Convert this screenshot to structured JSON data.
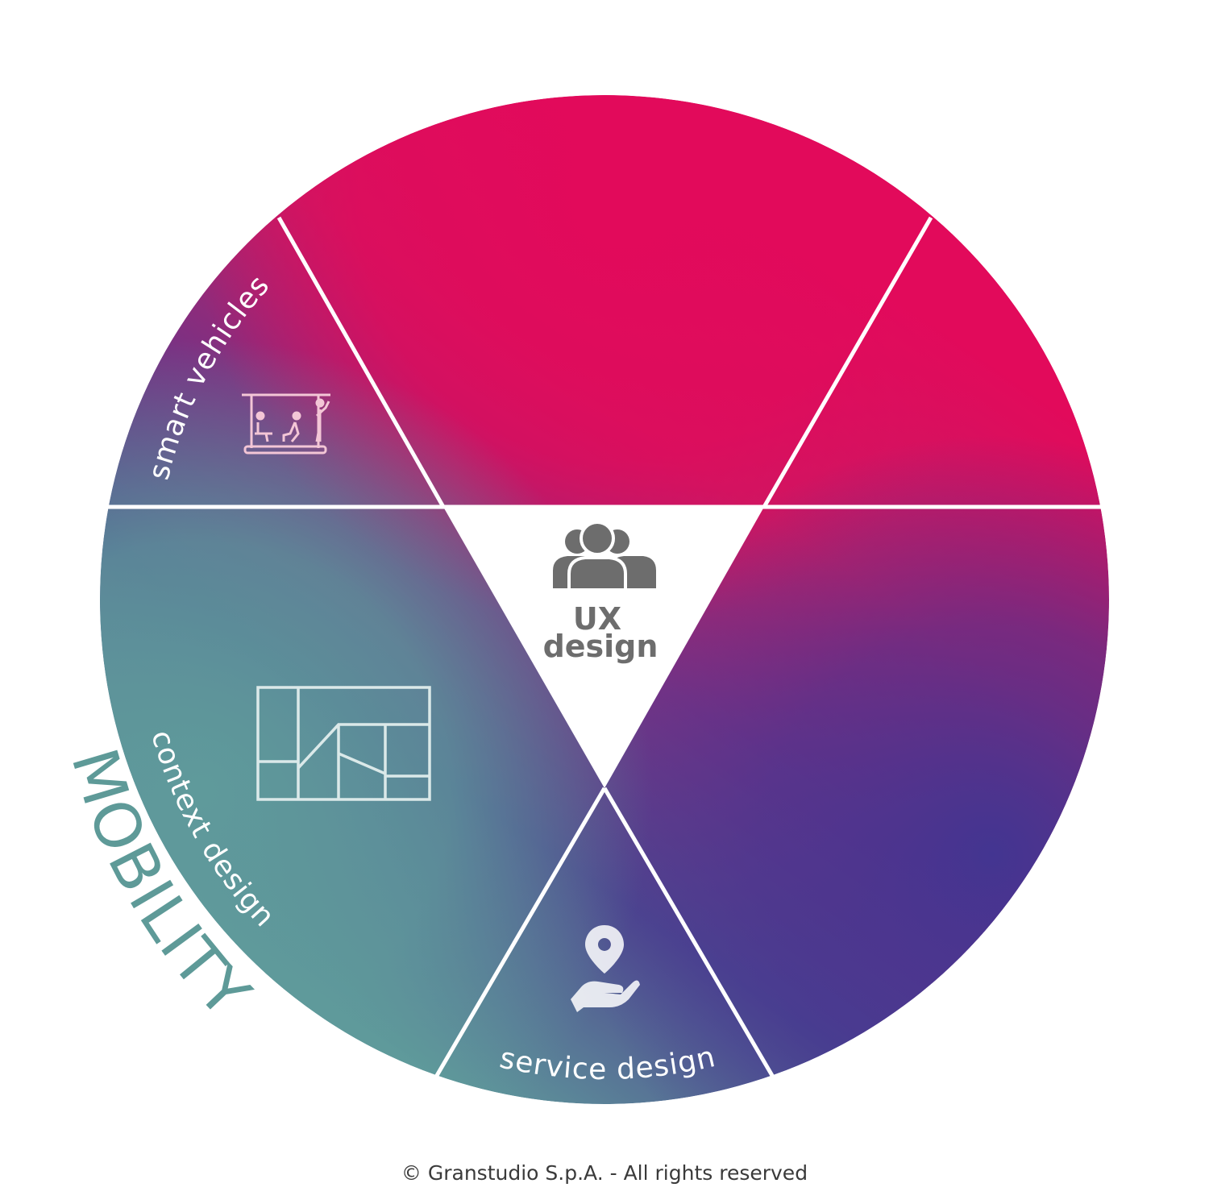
{
  "diagram": {
    "center_label_line1": "UX",
    "center_label_line2": "design",
    "brand_label": "MOBILITY",
    "segments": {
      "smart_vehicles": "smart vehicles",
      "context_design": "context design",
      "service_design": "service design"
    },
    "icons": {
      "center": "user-group-icon",
      "smart_vehicles": "vehicle-cabin-icon",
      "context_design": "floor-plan-icon",
      "service_design": "location-hand-icon"
    },
    "colors": {
      "pink": "#e20a5b",
      "purple": "#433591",
      "teal": "#5f9a9b",
      "center_grey": "#6d6d6d",
      "brand_teal": "#5e9a98"
    }
  },
  "footer": {
    "copyright": "© Granstudio S.p.A. - All rights reserved"
  }
}
